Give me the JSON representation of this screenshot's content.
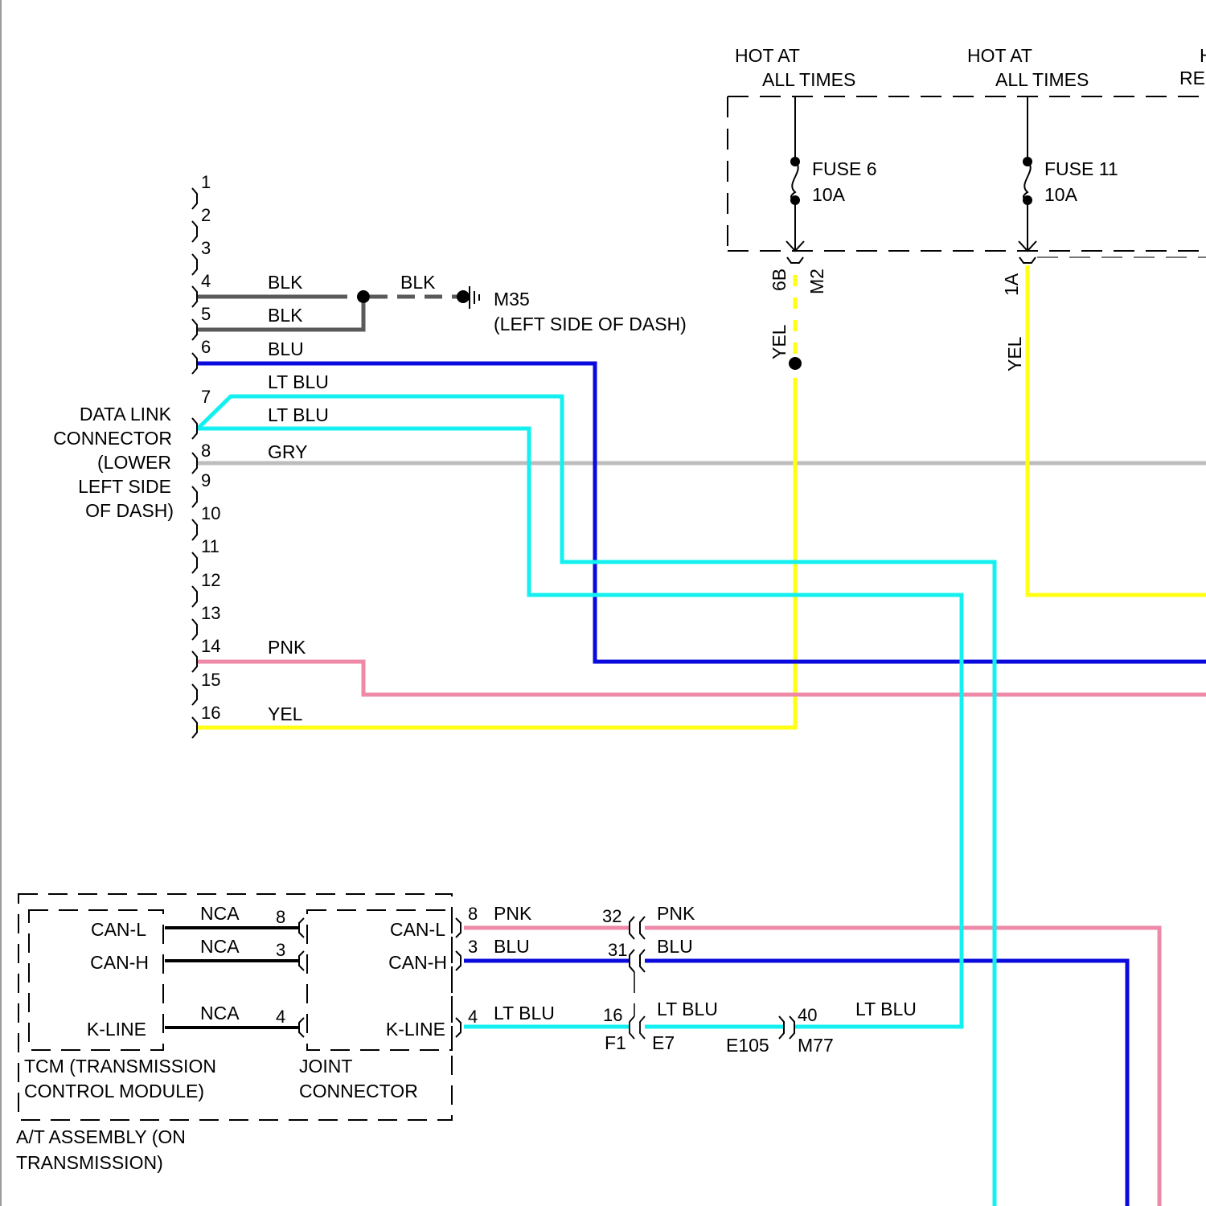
{
  "colors": {
    "black_wire": "#5a5a5a",
    "blue": "#0a0adc",
    "lt_blue": "#14f0f0",
    "gray": "#bdbdbd",
    "pink": "#ee8aa8",
    "yellow": "#ffff14",
    "nca": "#000000"
  },
  "power": {
    "hot1": [
      "HOT AT",
      "ALL TIMES"
    ],
    "hot2": [
      "HOT AT",
      "ALL TIMES"
    ],
    "hot3": [
      "H",
      "RE"
    ],
    "fuse6": {
      "name": "FUSE 6",
      "rating": "10A"
    },
    "fuse11": {
      "name": "FUSE 11",
      "rating": "10A"
    },
    "conn_6b": "6B",
    "conn_m2": "M2",
    "conn_1a": "1A",
    "yel1": "YEL",
    "yel2": "YEL"
  },
  "dlc": {
    "title": [
      "DATA LINK",
      "CONNECTOR",
      "(LOWER",
      "LEFT SIDE",
      "OF DASH)"
    ],
    "pins": [
      "1",
      "2",
      "3",
      "4",
      "5",
      "6",
      "7",
      "8",
      "9",
      "10",
      "11",
      "12",
      "13",
      "14",
      "15",
      "16"
    ],
    "wires": {
      "p4": "BLK",
      "p5": "BLK",
      "ground_run": "BLK",
      "p6": "BLU",
      "p7a": "LT BLU",
      "p7b": "LT BLU",
      "p8": "GRY",
      "p14": "PNK",
      "p16": "YEL"
    }
  },
  "ground": {
    "id": "M35",
    "location": "(LEFT SIDE OF DASH)"
  },
  "tcm": {
    "signals": [
      "CAN-L",
      "CAN-H",
      "K-LINE"
    ],
    "wire_label": "NCA",
    "pins": [
      "8",
      "3",
      "4"
    ],
    "title": [
      "TCM (TRANSMISSION",
      "CONTROL MODULE)"
    ]
  },
  "joint": {
    "signals": [
      "CAN-L",
      "CAN-H",
      "K-LINE"
    ],
    "title": [
      "JOINT",
      "CONNECTOR"
    ]
  },
  "assembly": [
    "A/T ASSEMBLY (ON",
    "TRANSMISSION)"
  ],
  "harness": {
    "out_pins": [
      "8",
      "3",
      "4"
    ],
    "out_colors": [
      "PNK",
      "BLU",
      "LT BLU"
    ],
    "inline_pins": [
      "32",
      "31",
      "16"
    ],
    "inline_colors": [
      "PNK",
      "BLU",
      "LT BLU"
    ],
    "f1": "F1",
    "e7": "E7",
    "e105": "E105",
    "m77": "M77",
    "pin40": "40",
    "ltblu_end": "LT BLU"
  }
}
